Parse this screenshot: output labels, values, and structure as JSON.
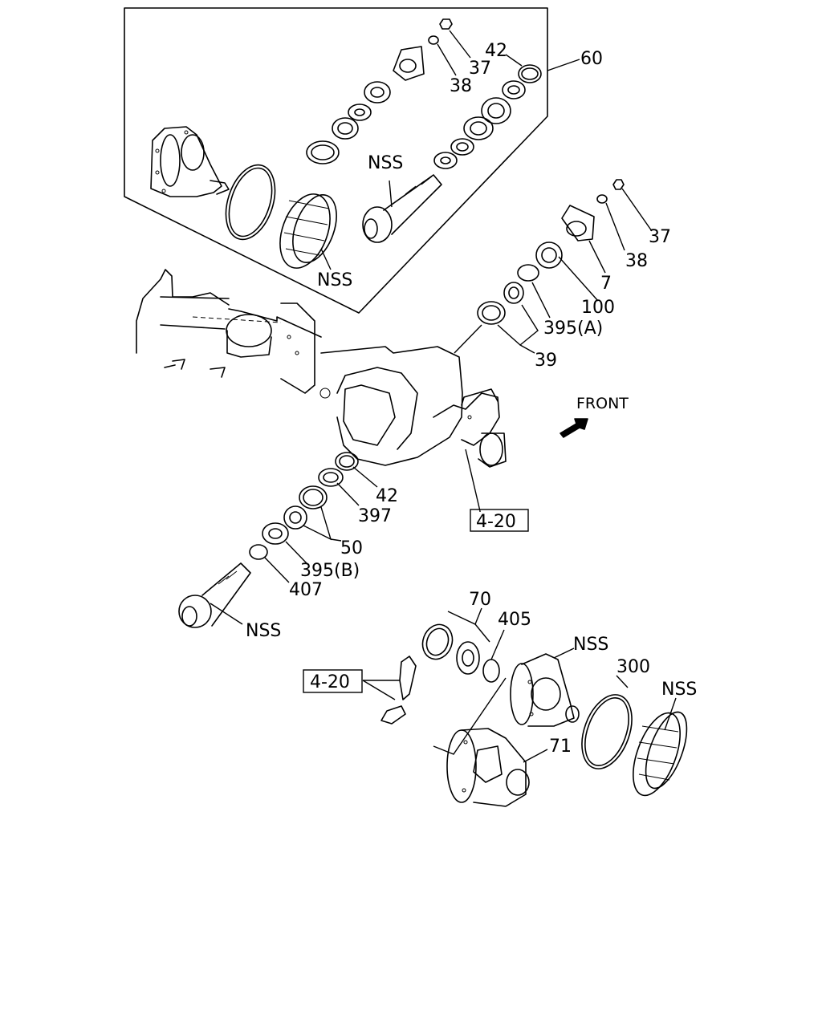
{
  "callouts": {
    "c60": "60",
    "c42_top": "42",
    "c37_top": "37",
    "c38_top": "38",
    "nss_pinion_top": "NSS",
    "nss_ring_top": "NSS",
    "c37_right": "37",
    "c38_right": "38",
    "c7": "7",
    "c100": "100",
    "c395a": "395(A)",
    "c39": "39",
    "front": "FRONT",
    "c42_mid": "42",
    "c397": "397",
    "ref_4_20_mid": "4-20",
    "c50": "50",
    "c395b": "395(B)",
    "c407": "407",
    "nss_pinion_bottom": "NSS",
    "c70": "70",
    "c405": "405",
    "nss_case": "NSS",
    "c300": "300",
    "nss_ring_bottom": "NSS",
    "ref_4_20_lower": "4-20",
    "c71": "71"
  }
}
